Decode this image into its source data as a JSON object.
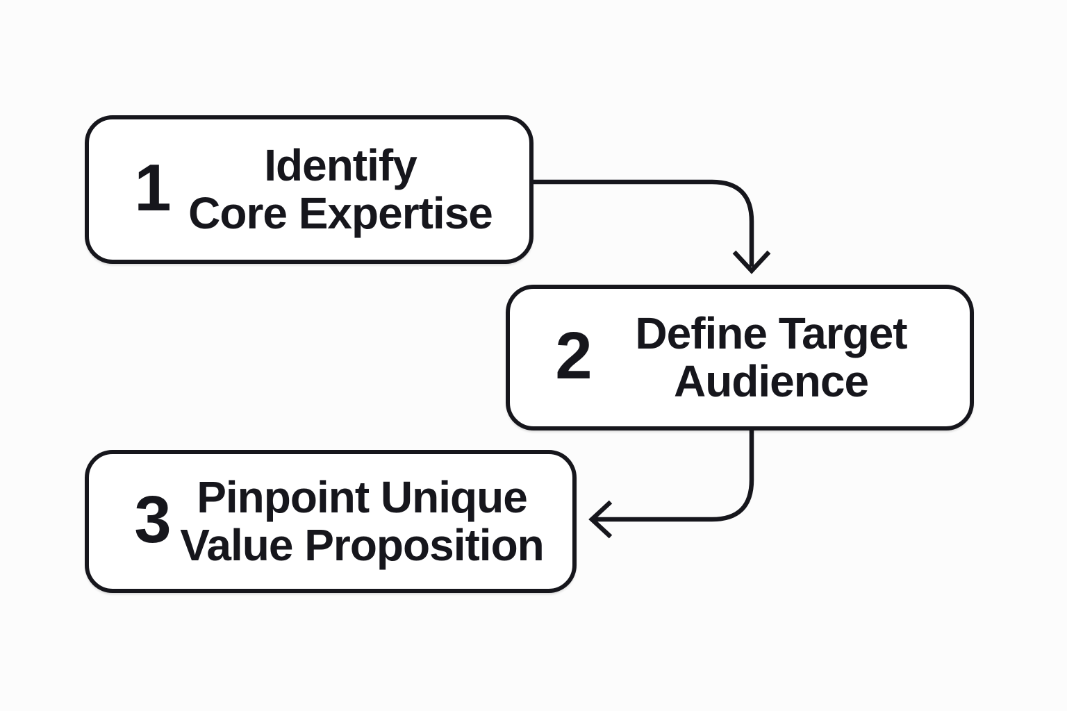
{
  "diagram": {
    "type": "flowchart",
    "colors": {
      "ink": "#16161c",
      "box_fill": "#ffffff",
      "background": "#fcfcfc"
    },
    "steps": [
      {
        "number": "1",
        "lines": [
          "Identify",
          "Core Expertise"
        ]
      },
      {
        "number": "2",
        "lines": [
          "Define Target",
          "Audience"
        ]
      },
      {
        "number": "3",
        "lines": [
          "Pinpoint Unique",
          "Value Proposition"
        ]
      }
    ],
    "connectors": [
      {
        "from": "1",
        "to": "2"
      },
      {
        "from": "2",
        "to": "3"
      }
    ]
  }
}
